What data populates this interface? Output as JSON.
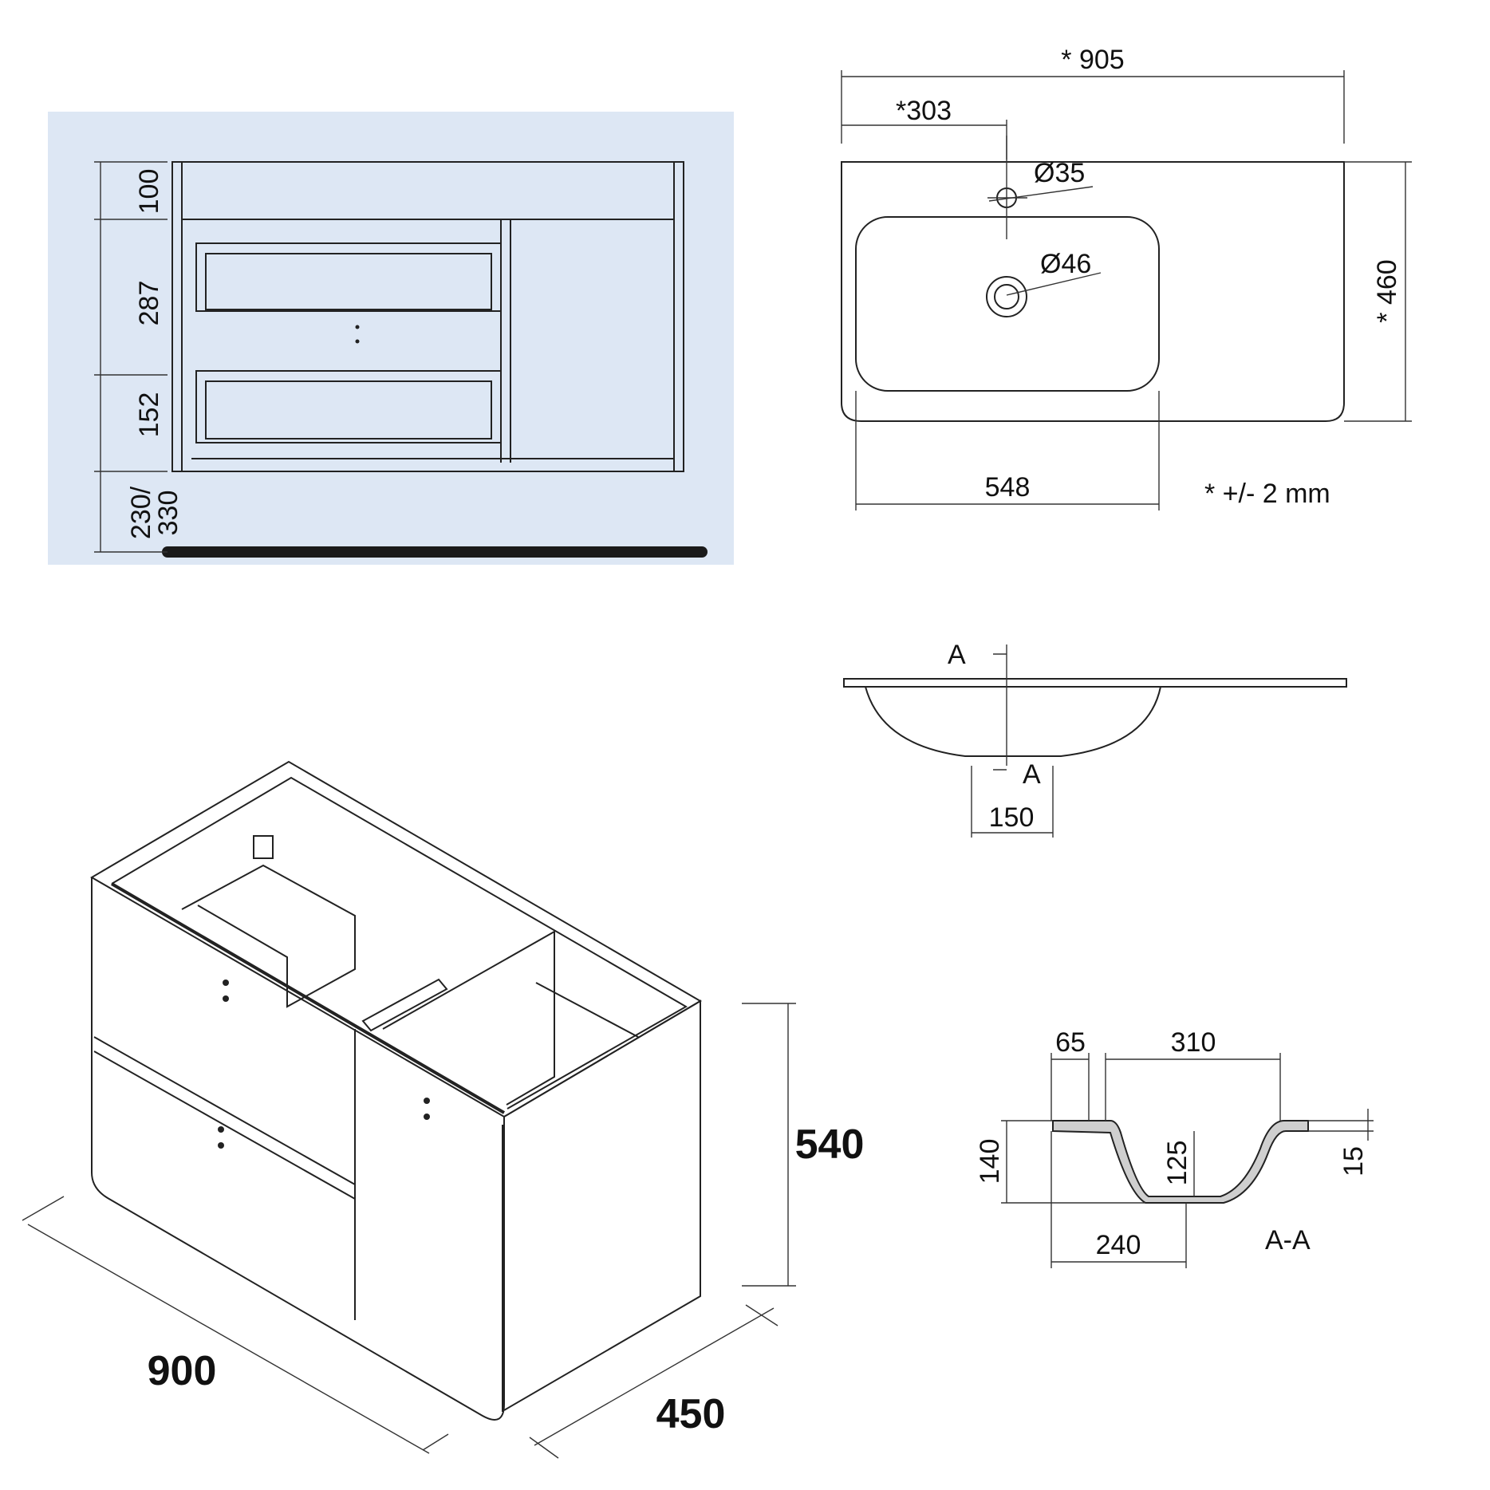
{
  "cabinet_front": {
    "dim_top": "100",
    "dim_upper_drawer": "287",
    "dim_lower_drawer": "152",
    "dim_floor_line1": "230/",
    "dim_floor_line2": "330"
  },
  "basin_top_view": {
    "width": "* 905",
    "tap_offset": "*303",
    "tap_hole": "Ø35",
    "drain_hole": "Ø46",
    "depth": "* 460",
    "bowl_width": "548",
    "tolerance_note": "* +/- 2 mm"
  },
  "basin_side_view": {
    "section_marker_top": "A",
    "section_marker_bottom": "A",
    "drain_width": "150"
  },
  "section_aa": {
    "rim_width": "65",
    "bowl_half_width": "310",
    "total_height": "140",
    "bowl_depth": "125",
    "rim_thickness": "15",
    "base_width": "240",
    "section_label": "A-A"
  },
  "cabinet_iso": {
    "width": "900",
    "depth": "450",
    "height": "540"
  },
  "colors": {
    "panel_background": "#dde7f4",
    "line": "#222222",
    "floor_bar": "#1a1a1a"
  }
}
